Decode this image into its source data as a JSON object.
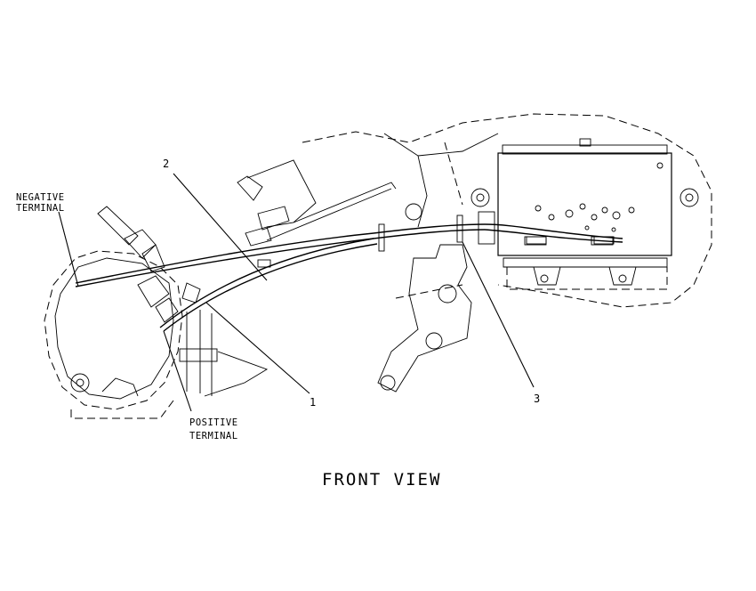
{
  "labels": {
    "negative_terminal_line1": "NEGATIVE",
    "negative_terminal_line2": "TERMINAL",
    "positive_terminal_line1": "POSITIVE",
    "positive_terminal_line2": "TERMINAL",
    "callout_1": "1",
    "callout_2": "2",
    "callout_3": "3"
  },
  "view_title": "FRONT VIEW"
}
